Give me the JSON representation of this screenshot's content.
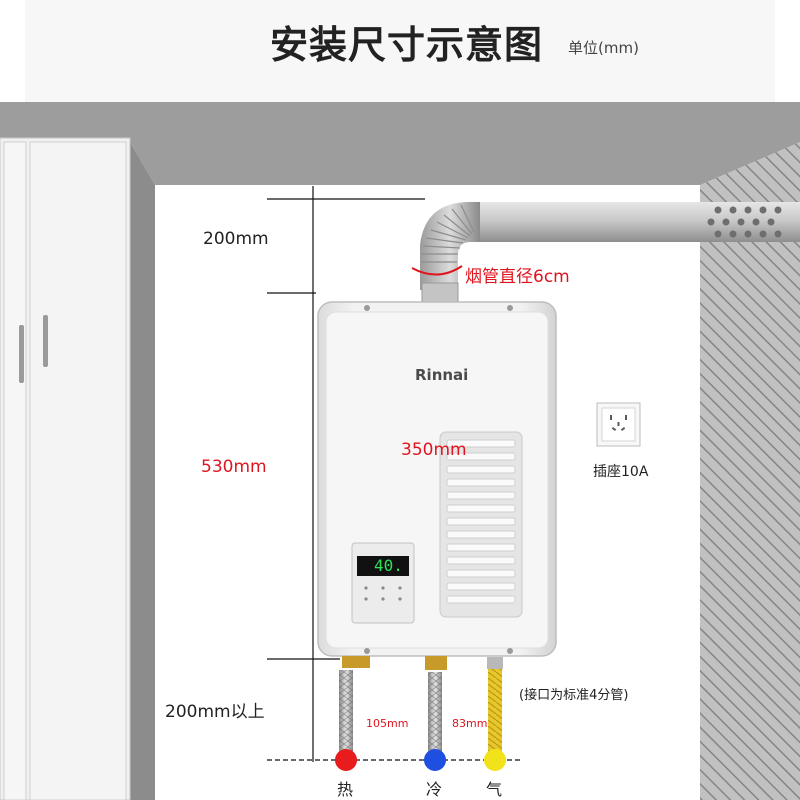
{
  "title": "安装尺寸示意图",
  "unit_note": "单位(mm)",
  "brand": "Rinnai",
  "display_value": "40.",
  "dimensions": {
    "top_clearance": "200mm",
    "height": "530mm",
    "width": "350mm",
    "bottom_clearance": "200mm以上",
    "flue_diameter": "烟管直径6cm",
    "hot_cold_spacing": "105mm",
    "cold_gas_spacing": "83mm"
  },
  "socket_label": "插座10A",
  "connector_note": "(接口为标准4分管)",
  "pipes": [
    {
      "label": "热",
      "color": "#e81c1c"
    },
    {
      "label": "冷",
      "color": "#1f4fe0"
    },
    {
      "label": "气",
      "color": "#f2e21a"
    }
  ],
  "colors": {
    "wall": "#8f8f8f",
    "ceiling": "#a7a7a7",
    "dimension_red": "#e0141e"
  }
}
